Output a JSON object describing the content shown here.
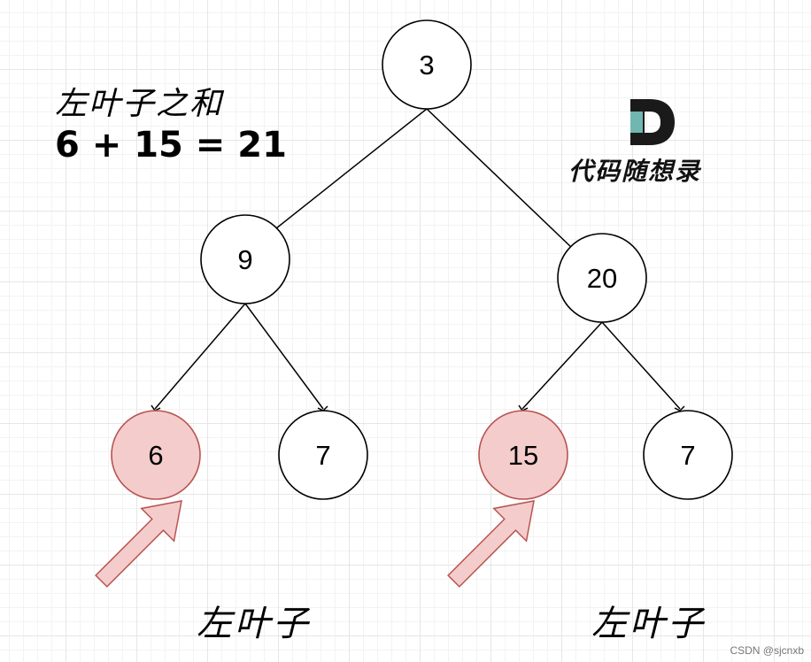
{
  "title": {
    "line1": "左叶子之和",
    "line2": "6 + 15 = 21"
  },
  "logo": {
    "text": "代码随想录",
    "colors": {
      "dark": "#1a1a1a",
      "accent": "#6fb7b0"
    }
  },
  "tree": {
    "nodes": [
      {
        "id": "root",
        "value": "3",
        "leaf_highlight": false
      },
      {
        "id": "left",
        "value": "9",
        "leaf_highlight": false
      },
      {
        "id": "right",
        "value": "20",
        "leaf_highlight": false
      },
      {
        "id": "left-left",
        "value": "6",
        "leaf_highlight": true
      },
      {
        "id": "left-right",
        "value": "7",
        "leaf_highlight": false
      },
      {
        "id": "right-left",
        "value": "15",
        "leaf_highlight": true
      },
      {
        "id": "right-right",
        "value": "7",
        "leaf_highlight": false
      }
    ],
    "highlight_fill": "#f4cccc",
    "highlight_stroke": "#b85450"
  },
  "annotations": {
    "left_leaf_label": "左叶子",
    "right_leaf_label": "左叶子"
  },
  "watermark": "CSDN @sjcnxb"
}
